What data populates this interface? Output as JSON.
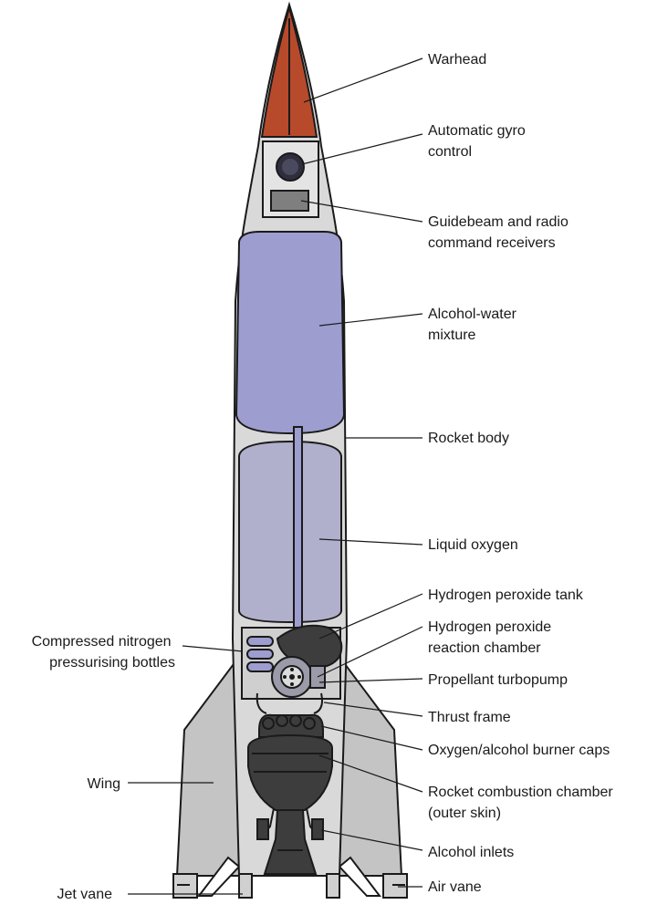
{
  "colors": {
    "warhead": "#b84a2c",
    "fuel_tank": "#9d9dd0",
    "oxygen_tank": "#b0b0cc",
    "body": "#d9d9d9",
    "fins": "#c4c4c4",
    "engine": "#3d3d3d",
    "gyro": "#2e2e3e",
    "receiver": "#7f7f7f"
  },
  "labels_right": [
    {
      "id": "warhead",
      "lines": [
        "Warhead"
      ]
    },
    {
      "id": "gyro",
      "lines": [
        "Automatic gyro",
        "control"
      ]
    },
    {
      "id": "guidebeam",
      "lines": [
        "Guidebeam and radio",
        "command receivers"
      ]
    },
    {
      "id": "alcohol",
      "lines": [
        "Alcohol-water",
        "mixture"
      ]
    },
    {
      "id": "body",
      "lines": [
        "Rocket body"
      ]
    },
    {
      "id": "lox",
      "lines": [
        "Liquid oxygen"
      ]
    },
    {
      "id": "h2o2-tank",
      "lines": [
        "Hydrogen peroxide tank"
      ]
    },
    {
      "id": "h2o2-chamber",
      "lines": [
        "Hydrogen peroxide",
        "reaction chamber"
      ]
    },
    {
      "id": "turbopump",
      "lines": [
        "Propellant turbopump"
      ]
    },
    {
      "id": "thrust-frame",
      "lines": [
        "Thrust frame"
      ]
    },
    {
      "id": "burner-caps",
      "lines": [
        "Oxygen/alcohol burner caps"
      ]
    },
    {
      "id": "combustion",
      "lines": [
        "Rocket combustion chamber",
        "(outer skin)"
      ]
    },
    {
      "id": "alcohol-inlets",
      "lines": [
        "Alcohol inlets"
      ]
    },
    {
      "id": "air-vane",
      "lines": [
        "Air vane"
      ]
    }
  ],
  "labels_left": [
    {
      "id": "nitrogen",
      "lines": [
        "Compressed nitrogen",
        "pressurising bottles"
      ]
    },
    {
      "id": "wing",
      "lines": [
        "Wing"
      ]
    },
    {
      "id": "jet-vane",
      "lines": [
        "Jet vane"
      ]
    }
  ]
}
